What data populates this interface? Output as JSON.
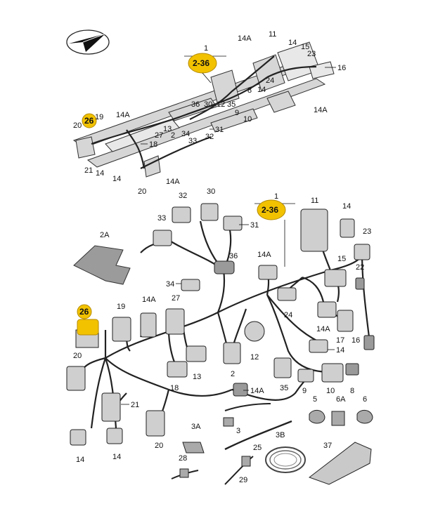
{
  "badges": {
    "top_range": "2-36",
    "top_range_num": "1",
    "mid_range": "2-36",
    "mid_range_num": "1",
    "gold_26_top": "26",
    "gold_26_mid": "26"
  },
  "frame_labels": {
    "l14a_a": "14A",
    "l11": "11",
    "l14_a": "14",
    "l15": "15",
    "l23": "23",
    "l16": "16",
    "l24": "24",
    "l14_b": "14",
    "l8": "8",
    "l14a_b": "14A",
    "l30": "30",
    "l36": "36",
    "l12": "12",
    "l35": "35",
    "l9": "9",
    "l10": "10",
    "l13": "13",
    "l2": "2",
    "l34": "34",
    "l31": "31",
    "l33": "33",
    "l32": "32",
    "l19": "19",
    "l14a_c": "14A",
    "l20_a": "20",
    "l27": "27",
    "l18": "18",
    "l21": "21",
    "l14_c": "14",
    "l14_d": "14",
    "l20_b": "20",
    "l14a_d": "14A"
  },
  "parts_labels": {
    "p32": "32",
    "p30": "30",
    "p33": "33",
    "p31": "31",
    "p36": "36",
    "p34": "34",
    "p11": "11",
    "p14_top": "14",
    "p23": "23",
    "p14a_a": "14A",
    "p15": "15",
    "p22": "22",
    "p2a": "2A",
    "p19": "19",
    "p14a_b": "14A",
    "p27": "27",
    "p24": "24",
    "p14a_c": "14A",
    "p17": "17",
    "p16": "16",
    "p14_r": "14",
    "p12": "12",
    "p20_a": "20",
    "p13": "13",
    "p18": "18",
    "p2": "2",
    "p35": "35",
    "p9": "9",
    "p10": "10",
    "p8": "8",
    "p14a_d": "14A",
    "p21": "21",
    "p5": "5",
    "p6a": "6A",
    "p6": "6",
    "p3": "3",
    "p3a": "3A",
    "p3b": "3B",
    "p20_b": "20",
    "p14_l1": "14",
    "p14_l2": "14",
    "p25": "25",
    "p37": "37",
    "p28": "28",
    "p29": "29"
  },
  "icons": {
    "logo": "compass-arrow-icon"
  }
}
